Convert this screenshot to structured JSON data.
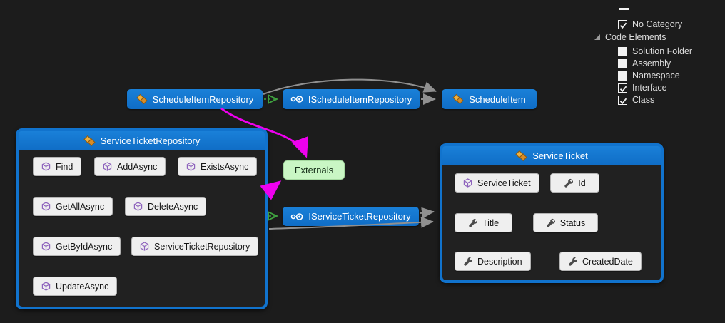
{
  "legend": {
    "items": [
      {
        "label": "No Category",
        "type": "checkbox",
        "checked": true
      },
      {
        "label": "Code Elements",
        "type": "group",
        "expanded": true
      },
      {
        "label": "Solution Folder",
        "type": "checkbox",
        "checked": false
      },
      {
        "label": "Assembly",
        "type": "checkbox",
        "checked": false
      },
      {
        "label": "Namespace",
        "type": "checkbox",
        "checked": false
      },
      {
        "label": "Interface",
        "type": "checkbox",
        "checked": true
      },
      {
        "label": "Class",
        "type": "checkbox",
        "checked": true
      }
    ]
  },
  "nodes": {
    "schedule_item_repository": {
      "label": "ScheduleItemRepository",
      "icon": "class-icon"
    },
    "i_schedule_item_repository": {
      "label": "IScheduleItemRepository",
      "icon": "interface-icon"
    },
    "schedule_item": {
      "label": "ScheduleItem",
      "icon": "class-icon"
    },
    "externals": {
      "label": "Externals"
    },
    "i_service_ticket_repository": {
      "label": "IServiceTicketRepository",
      "icon": "interface-icon"
    }
  },
  "groups": {
    "service_ticket_repository": {
      "title": "ServiceTicketRepository",
      "icon": "class-icon",
      "members": [
        {
          "label": "Find",
          "icon": "method-icon"
        },
        {
          "label": "AddAsync",
          "icon": "method-icon"
        },
        {
          "label": "ExistsAsync",
          "icon": "method-icon"
        },
        {
          "label": "GetAllAsync",
          "icon": "method-icon"
        },
        {
          "label": "DeleteAsync",
          "icon": "method-icon"
        },
        {
          "label": "GetByIdAsync",
          "icon": "method-icon"
        },
        {
          "label": "ServiceTicketRepository",
          "icon": "method-icon"
        },
        {
          "label": "UpdateAsync",
          "icon": "method-icon"
        }
      ]
    },
    "service_ticket": {
      "title": "ServiceTicket",
      "icon": "class-icon",
      "members": [
        {
          "label": "ServiceTicket",
          "icon": "method-icon"
        },
        {
          "label": "Id",
          "icon": "property-icon"
        },
        {
          "label": "Title",
          "icon": "property-icon"
        },
        {
          "label": "Status",
          "icon": "property-icon"
        },
        {
          "label": "Description",
          "icon": "property-icon"
        },
        {
          "label": "CreatedDate",
          "icon": "property-icon"
        }
      ]
    }
  },
  "edges": [
    {
      "from": "ScheduleItemRepository",
      "to": "IScheduleItemRepository",
      "style": "green-dashed-implements"
    },
    {
      "from": "ScheduleItemRepository",
      "to": "ScheduleItem",
      "style": "gray-reference"
    },
    {
      "from": "IScheduleItemRepository",
      "to": "ScheduleItem",
      "style": "gray-reference"
    },
    {
      "from": "ScheduleItemRepository",
      "to": "Externals",
      "style": "magenta-highlighted"
    },
    {
      "from": "ServiceTicketRepository",
      "to": "Externals",
      "style": "magenta-highlighted"
    },
    {
      "from": "ServiceTicketRepository",
      "to": "IServiceTicketRepository",
      "style": "green-dashed-implements"
    },
    {
      "from": "IServiceTicketRepository",
      "to": "ServiceTicket",
      "style": "gray-reference"
    },
    {
      "from": "ServiceTicketRepository",
      "to": "ServiceTicket",
      "style": "gray-reference"
    }
  ],
  "colors": {
    "background": "#1c1c1c",
    "node_blue": "#1375d0",
    "group_border_blue": "#1173cd",
    "externals_green": "#c9f6c4",
    "member_bg": "#efefef",
    "edge_gray": "#909090",
    "edge_magenta": "#ee00ee",
    "edge_green": "#3fa13f",
    "class_icon_orange": "#e9a13b",
    "method_icon_purple": "#8e63bd",
    "property_icon_gray": "#4a4a4a"
  }
}
